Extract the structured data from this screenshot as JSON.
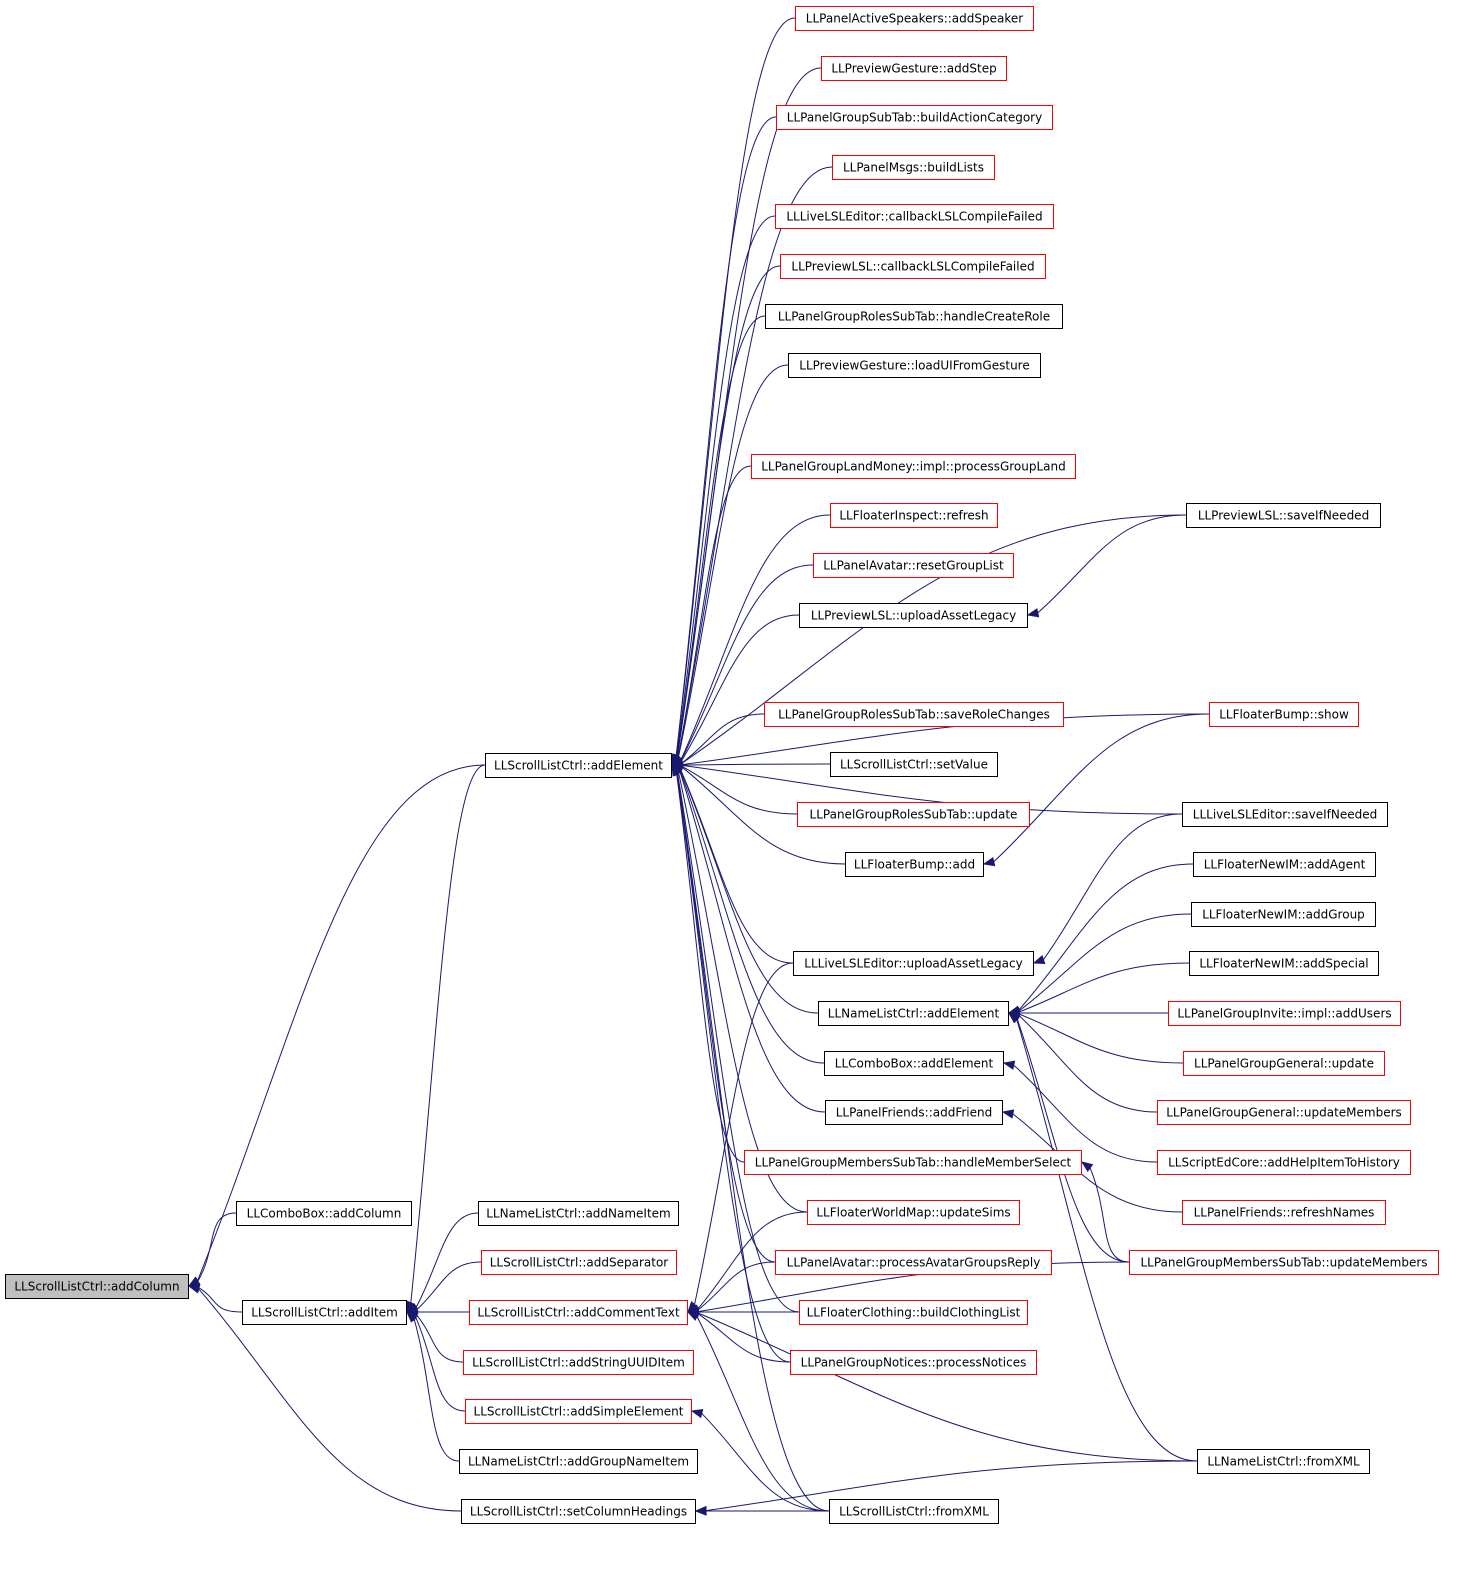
{
  "colors": {
    "edge": "#191970",
    "border_documented": "#000000",
    "border_undocumented": "#ff0000",
    "focus_fill": "#bfbfbf",
    "node_fill": "#ffffff"
  },
  "nodes": [
    {
      "id": "root",
      "label": "LLScrollListCtrl::addColumn",
      "style": "focus"
    },
    {
      "id": "cb_addColumn",
      "label": "LLComboBox::addColumn",
      "style": "black"
    },
    {
      "id": "slc_addItem",
      "label": "LLScrollListCtrl::addItem",
      "style": "black"
    },
    {
      "id": "slc_setColumnHeadings",
      "label": "LLScrollListCtrl::setColumnHeadings",
      "style": "black"
    },
    {
      "id": "slc_addElement",
      "label": "LLScrollListCtrl::addElement",
      "style": "black"
    },
    {
      "id": "nlc_addNameItem",
      "label": "LLNameListCtrl::addNameItem",
      "style": "black"
    },
    {
      "id": "slc_addSeparator",
      "label": "LLScrollListCtrl::addSeparator",
      "style": "red"
    },
    {
      "id": "slc_addCommentText",
      "label": "LLScrollListCtrl::addCommentText",
      "style": "red"
    },
    {
      "id": "slc_addStringUUIDItem",
      "label": "LLScrollListCtrl::addStringUUIDItem",
      "style": "red"
    },
    {
      "id": "slc_addSimpleElement",
      "label": "LLScrollListCtrl::addSimpleElement",
      "style": "red"
    },
    {
      "id": "nlc_addGroupNameItem",
      "label": "LLNameListCtrl::addGroupNameItem",
      "style": "black"
    },
    {
      "id": "pas_addSpeaker",
      "label": "LLPanelActiveSpeakers::addSpeaker",
      "style": "red"
    },
    {
      "id": "pg_addStep",
      "label": "LLPreviewGesture::addStep",
      "style": "red"
    },
    {
      "id": "pgst_buildActionCategory",
      "label": "LLPanelGroupSubTab::buildActionCategory",
      "style": "red"
    },
    {
      "id": "pm_buildLists",
      "label": "LLPanelMsgs::buildLists",
      "style": "red"
    },
    {
      "id": "lle_callbackFailed",
      "label": "LLLiveLSLEditor::callbackLSLCompileFailed",
      "style": "red"
    },
    {
      "id": "pl_callbackFailed",
      "label": "LLPreviewLSL::callbackLSLCompileFailed",
      "style": "red"
    },
    {
      "id": "pgrst_handleCreateRole",
      "label": "LLPanelGroupRolesSubTab::handleCreateRole",
      "style": "black"
    },
    {
      "id": "pg_loadUI",
      "label": "LLPreviewGesture::loadUIFromGesture",
      "style": "black"
    },
    {
      "id": "pglm_processGroupLand",
      "label": "LLPanelGroupLandMoney::impl::processGroupLand",
      "style": "red"
    },
    {
      "id": "fi_refresh",
      "label": "LLFloaterInspect::refresh",
      "style": "red"
    },
    {
      "id": "pa_resetGroupList",
      "label": "LLPanelAvatar::resetGroupList",
      "style": "red"
    },
    {
      "id": "pl_uploadAssetLegacy",
      "label": "LLPreviewLSL::uploadAssetLegacy",
      "style": "black"
    },
    {
      "id": "pgrst_saveRoleChanges",
      "label": "LLPanelGroupRolesSubTab::saveRoleChanges",
      "style": "red"
    },
    {
      "id": "slc_setValue",
      "label": "LLScrollListCtrl::setValue",
      "style": "black"
    },
    {
      "id": "pgrst_update",
      "label": "LLPanelGroupRolesSubTab::update",
      "style": "red"
    },
    {
      "id": "fb_add",
      "label": "LLFloaterBump::add",
      "style": "black"
    },
    {
      "id": "lle_uploadAssetLegacy",
      "label": "LLLiveLSLEditor::uploadAssetLegacy",
      "style": "black"
    },
    {
      "id": "nlc_addElement",
      "label": "LLNameListCtrl::addElement",
      "style": "black"
    },
    {
      "id": "cb_addElement",
      "label": "LLComboBox::addElement",
      "style": "black"
    },
    {
      "id": "pf_addFriend",
      "label": "LLPanelFriends::addFriend",
      "style": "black"
    },
    {
      "id": "pgmst_handleMemberSelect",
      "label": "LLPanelGroupMembersSubTab::handleMemberSelect",
      "style": "red"
    },
    {
      "id": "fwm_updateSims",
      "label": "LLFloaterWorldMap::updateSims",
      "style": "red"
    },
    {
      "id": "pa_processAvatarGroupsReply",
      "label": "LLPanelAvatar::processAvatarGroupsReply",
      "style": "red"
    },
    {
      "id": "fc_buildClothingList",
      "label": "LLFloaterClothing::buildClothingList",
      "style": "red"
    },
    {
      "id": "pgn_processNotices",
      "label": "LLPanelGroupNotices::processNotices",
      "style": "red"
    },
    {
      "id": "slc_fromXML",
      "label": "LLScrollListCtrl::fromXML",
      "style": "black"
    },
    {
      "id": "pl_saveIfNeeded",
      "label": "LLPreviewLSL::saveIfNeeded",
      "style": "black"
    },
    {
      "id": "fb_show",
      "label": "LLFloaterBump::show",
      "style": "red"
    },
    {
      "id": "lle_saveIfNeeded",
      "label": "LLLiveLSLEditor::saveIfNeeded",
      "style": "black"
    },
    {
      "id": "fnim_addAgent",
      "label": "LLFloaterNewIM::addAgent",
      "style": "black"
    },
    {
      "id": "fnim_addGroup",
      "label": "LLFloaterNewIM::addGroup",
      "style": "black"
    },
    {
      "id": "fnim_addSpecial",
      "label": "LLFloaterNewIM::addSpecial",
      "style": "black"
    },
    {
      "id": "pgi_addUsers",
      "label": "LLPanelGroupInvite::impl::addUsers",
      "style": "red"
    },
    {
      "id": "pgg_update",
      "label": "LLPanelGroupGeneral::update",
      "style": "red"
    },
    {
      "id": "pgg_updateMembers",
      "label": "LLPanelGroupGeneral::updateMembers",
      "style": "red"
    },
    {
      "id": "sec_addHelpItemToHistory",
      "label": "LLScriptEdCore::addHelpItemToHistory",
      "style": "red"
    },
    {
      "id": "pf_refreshNames",
      "label": "LLPanelFriends::refreshNames",
      "style": "red"
    },
    {
      "id": "pgmst_updateMembers",
      "label": "LLPanelGroupMembersSubTab::updateMembers",
      "style": "red"
    },
    {
      "id": "nlc_fromXML",
      "label": "LLNameListCtrl::fromXML",
      "style": "black"
    }
  ],
  "edges": [
    [
      "cb_addColumn",
      "root"
    ],
    [
      "slc_addItem",
      "root"
    ],
    [
      "slc_setColumnHeadings",
      "root"
    ],
    [
      "slc_addElement",
      "root"
    ],
    [
      "nlc_addNameItem",
      "slc_addItem"
    ],
    [
      "slc_addSeparator",
      "slc_addItem"
    ],
    [
      "slc_addCommentText",
      "slc_addItem"
    ],
    [
      "slc_addStringUUIDItem",
      "slc_addItem"
    ],
    [
      "slc_addSimpleElement",
      "slc_addItem"
    ],
    [
      "nlc_addGroupNameItem",
      "slc_addItem"
    ],
    [
      "slc_addElement",
      "slc_addItem"
    ],
    [
      "pas_addSpeaker",
      "slc_addElement"
    ],
    [
      "pg_addStep",
      "slc_addElement"
    ],
    [
      "pgst_buildActionCategory",
      "slc_addElement"
    ],
    [
      "pm_buildLists",
      "slc_addElement"
    ],
    [
      "lle_callbackFailed",
      "slc_addElement"
    ],
    [
      "pl_callbackFailed",
      "slc_addElement"
    ],
    [
      "pgrst_handleCreateRole",
      "slc_addElement"
    ],
    [
      "pg_loadUI",
      "slc_addElement"
    ],
    [
      "pl_saveIfNeeded",
      "slc_addElement"
    ],
    [
      "pglm_processGroupLand",
      "slc_addElement"
    ],
    [
      "fi_refresh",
      "slc_addElement"
    ],
    [
      "pa_resetGroupList",
      "slc_addElement"
    ],
    [
      "pl_uploadAssetLegacy",
      "slc_addElement"
    ],
    [
      "fb_show",
      "slc_addElement"
    ],
    [
      "pgrst_saveRoleChanges",
      "slc_addElement"
    ],
    [
      "slc_setValue",
      "slc_addElement"
    ],
    [
      "pgrst_update",
      "slc_addElement"
    ],
    [
      "fb_add",
      "slc_addElement"
    ],
    [
      "lle_saveIfNeeded",
      "slc_addElement"
    ],
    [
      "lle_uploadAssetLegacy",
      "slc_addElement"
    ],
    [
      "nlc_addElement",
      "slc_addElement"
    ],
    [
      "cb_addElement",
      "slc_addElement"
    ],
    [
      "pf_addFriend",
      "slc_addElement"
    ],
    [
      "pgmst_handleMemberSelect",
      "slc_addElement"
    ],
    [
      "fwm_updateSims",
      "slc_addElement"
    ],
    [
      "pa_processAvatarGroupsReply",
      "slc_addElement"
    ],
    [
      "fc_buildClothingList",
      "slc_addElement"
    ],
    [
      "pgn_processNotices",
      "slc_addElement"
    ],
    [
      "slc_fromXML",
      "slc_addElement"
    ],
    [
      "lle_uploadAssetLegacy",
      "slc_addCommentText"
    ],
    [
      "fwm_updateSims",
      "slc_addCommentText"
    ],
    [
      "pa_processAvatarGroupsReply",
      "slc_addCommentText"
    ],
    [
      "fc_buildClothingList",
      "slc_addCommentText"
    ],
    [
      "pgn_processNotices",
      "slc_addCommentText"
    ],
    [
      "pgmst_updateMembers",
      "slc_addCommentText"
    ],
    [
      "nlc_fromXML",
      "slc_addCommentText"
    ],
    [
      "slc_fromXML",
      "slc_addCommentText"
    ],
    [
      "slc_fromXML",
      "slc_addSimpleElement"
    ],
    [
      "slc_fromXML",
      "slc_setColumnHeadings"
    ],
    [
      "nlc_fromXML",
      "slc_setColumnHeadings"
    ],
    [
      "pl_saveIfNeeded",
      "pl_uploadAssetLegacy"
    ],
    [
      "fb_show",
      "fb_add"
    ],
    [
      "lle_saveIfNeeded",
      "lle_uploadAssetLegacy"
    ],
    [
      "fnim_addAgent",
      "nlc_addElement"
    ],
    [
      "fnim_addGroup",
      "nlc_addElement"
    ],
    [
      "fnim_addSpecial",
      "nlc_addElement"
    ],
    [
      "pgi_addUsers",
      "nlc_addElement"
    ],
    [
      "pgg_update",
      "nlc_addElement"
    ],
    [
      "pgg_updateMembers",
      "nlc_addElement"
    ],
    [
      "pgmst_updateMembers",
      "nlc_addElement"
    ],
    [
      "nlc_fromXML",
      "nlc_addElement"
    ],
    [
      "sec_addHelpItemToHistory",
      "cb_addElement"
    ],
    [
      "pf_refreshNames",
      "pf_addFriend"
    ],
    [
      "pgmst_updateMembers",
      "pgmst_handleMemberSelect"
    ]
  ]
}
